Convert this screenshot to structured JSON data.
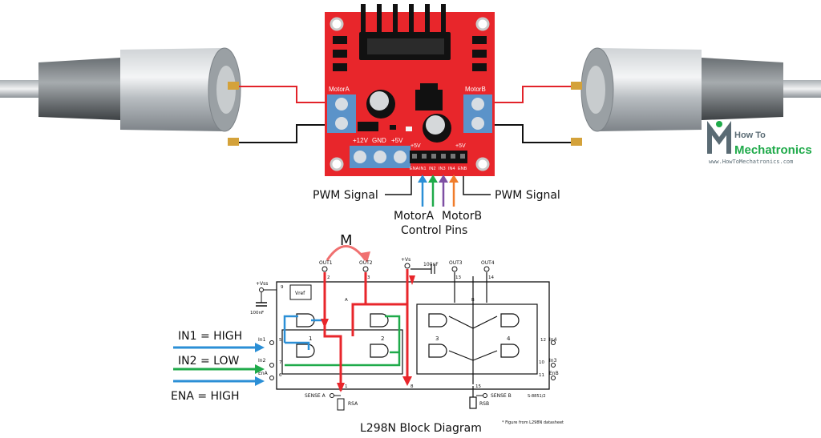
{
  "board": {
    "motor_a_label": "MotorA",
    "motor_b_label": "MotorB",
    "power_pins": [
      "+12V",
      "GND",
      "+5V"
    ],
    "control_header": [
      "ENA",
      "IN1",
      "IN2",
      "IN3",
      "IN4",
      "ENB"
    ],
    "jumper_labels": [
      "+5V",
      "+5V"
    ]
  },
  "callouts": {
    "pwm_left": "PWM Signal",
    "pwm_right": "PWM Signal",
    "motor_a_pins": "MotorA",
    "motor_b_pins": "MotorB",
    "control_pins": "Control Pins"
  },
  "logo": {
    "line1": "How To",
    "line2": "Mechatronics",
    "url": "www.HowToMechatronics.com"
  },
  "block_diagram": {
    "motor_symbol": "M",
    "pins_top": [
      "OUT1",
      "OUT2",
      "+Vs",
      "OUT3",
      "OUT4"
    ],
    "cap_label": "100nF",
    "vss": "+Vss",
    "vref": "Vref",
    "cap_left": "100nF",
    "inputs_left": [
      "In1",
      "In2",
      "EnA"
    ],
    "inputs_right": [
      "In4",
      "In3",
      "EnB"
    ],
    "pin_numbers": [
      "9",
      "5",
      "7",
      "6",
      "2",
      "3",
      "13",
      "14",
      "12",
      "10",
      "11",
      "1",
      "8",
      "15"
    ],
    "bridge_numbers": [
      "1",
      "2",
      "3",
      "4"
    ],
    "node_labels": [
      "A",
      "B"
    ],
    "sense_a": "SENSE A",
    "sense_b": "SENSE B",
    "rsa": "RSA",
    "rsb": "RSB",
    "ref_code": "S-8851/2",
    "state_in1": "IN1 = HIGH",
    "state_in2": "IN2 = LOW",
    "state_ena": "ENA = HIGH",
    "caption": "L298N Block Diagram",
    "footnote": "* Figure from L298N datasheet"
  },
  "colors": {
    "board_red": "#e8262b",
    "terminal_blue": "#5b93c9",
    "arrow_blue": "#2b8fd6",
    "arrow_green": "#1faa4a",
    "arrow_purple": "#7e4fa3",
    "arrow_orange": "#f07c2a",
    "wire_red": "#e2232a",
    "current_red": "#e8262b"
  }
}
